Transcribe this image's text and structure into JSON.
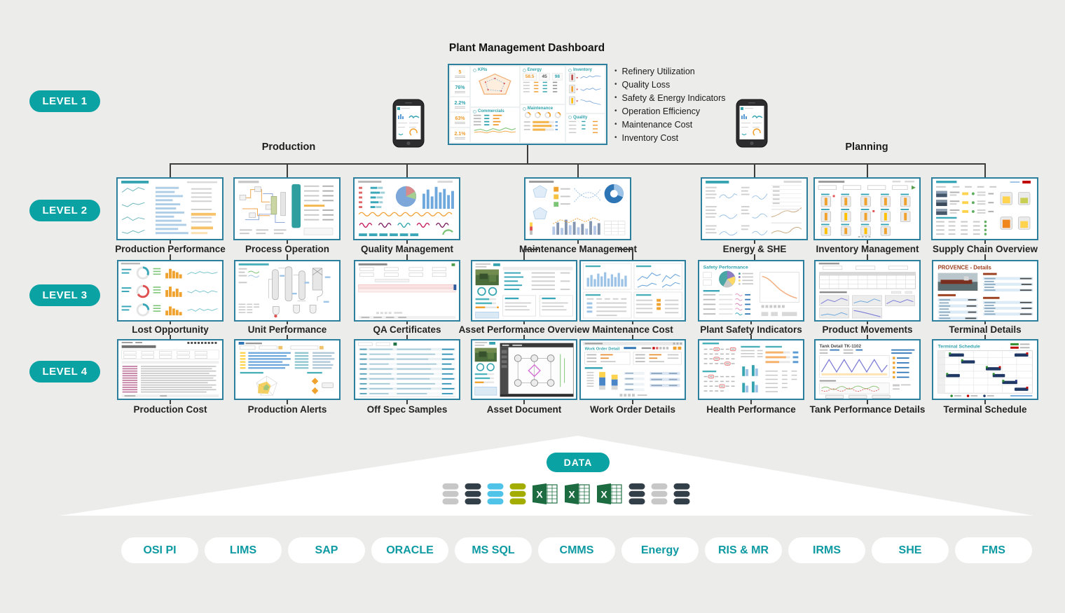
{
  "header": {
    "title": "Plant Management Dashboard"
  },
  "levels": [
    "LEVEL 1",
    "LEVEL 2",
    "LEVEL 3",
    "LEVEL 4"
  ],
  "branches": {
    "left": "Production",
    "right": "Planning"
  },
  "level1": {
    "bullets": [
      "Refinery Utilization",
      "Quality Loss",
      "Safety & Energy Indicators",
      "Operation Efficiency",
      "Maintenance Cost",
      "Inventory Cost"
    ],
    "dashboard": {
      "sidebar_values": [
        "5",
        "76%",
        "2.2%",
        "63%",
        "2.1%"
      ],
      "sections": {
        "kpis": "KPIs",
        "energy": "Energy",
        "inventory": "Inventory",
        "commercials": "Commercials",
        "maintenance": "Maintenance",
        "quality": "Quality"
      },
      "energy_stats": [
        "58.5",
        "45",
        "98"
      ]
    }
  },
  "level2": [
    "Production Performance",
    "Process Operation",
    "Quality Management",
    "Maintenance Management",
    "Energy & SHE",
    "Inventory Management",
    "Supply Chain Overview"
  ],
  "level3": [
    "Lost Opportunity",
    "Unit Performance",
    "QA Certificates",
    "Asset Performance Overview",
    "Maintenance Cost",
    "Plant Safety Indicators",
    "Product Movements",
    "Terminal Details"
  ],
  "level4": [
    "Production Cost",
    "Production Alerts",
    "Off Spec Samples",
    "Asset Document",
    "Work Order Details",
    "Health Performance",
    "Tank Performance Details",
    "Terminal Schedule"
  ],
  "thumb_titles": {
    "safety": "Safety Performance",
    "provence": "PROVENCE - Details",
    "tank_detail": "Tank Detail TK-1102",
    "terminal_schedule": "Terminal Schedule",
    "work_order": "Work Order Detail"
  },
  "funnel": {
    "badge": "DATA"
  },
  "sources": [
    "OSI PI",
    "LIMS",
    "SAP",
    "ORACLE",
    "MS SQL",
    "CMMS",
    "Energy",
    "RIS & MR",
    "IRMS",
    "SHE",
    "FMS"
  ],
  "icons": [
    "database-gray",
    "database-dark",
    "database-cyan",
    "database-olive",
    "excel",
    "excel",
    "excel",
    "database-dark",
    "database-gray",
    "database-dark"
  ],
  "colors": {
    "level_badge": "#0aa2a2",
    "source_text": "#0e9aa2",
    "thumb_border": "#2d7f9e",
    "background": "#ececeb",
    "excel_green": "#217346"
  }
}
